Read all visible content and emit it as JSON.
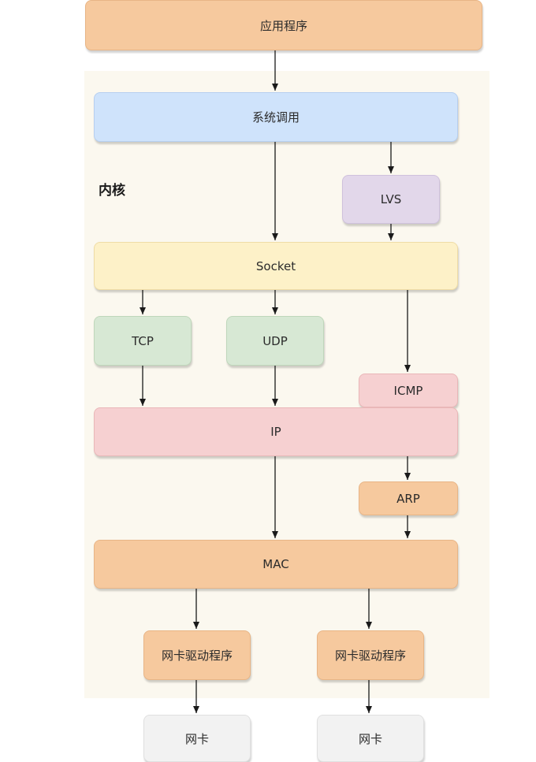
{
  "nodes": {
    "app": "应用程序",
    "syscall": "系统调用",
    "kernel_label": "内核",
    "lvs": "LVS",
    "socket": "Socket",
    "tcp": "TCP",
    "udp": "UDP",
    "icmp": "ICMP",
    "ip": "IP",
    "arp": "ARP",
    "mac": "MAC",
    "driver_left": "网卡驱动程序",
    "driver_right": "网卡驱动程序",
    "nic_left": "网卡",
    "nic_right": "网卡"
  },
  "colors": {
    "orange": "#f6c99e",
    "blue": "#cfe3fb",
    "purple": "#e2d7ea",
    "yellow": "#fdf1c8",
    "green": "#d7e8d4",
    "pink": "#f6d0d1",
    "grey": "#f2f2f2",
    "kernel_background": "#fbf8ef"
  }
}
